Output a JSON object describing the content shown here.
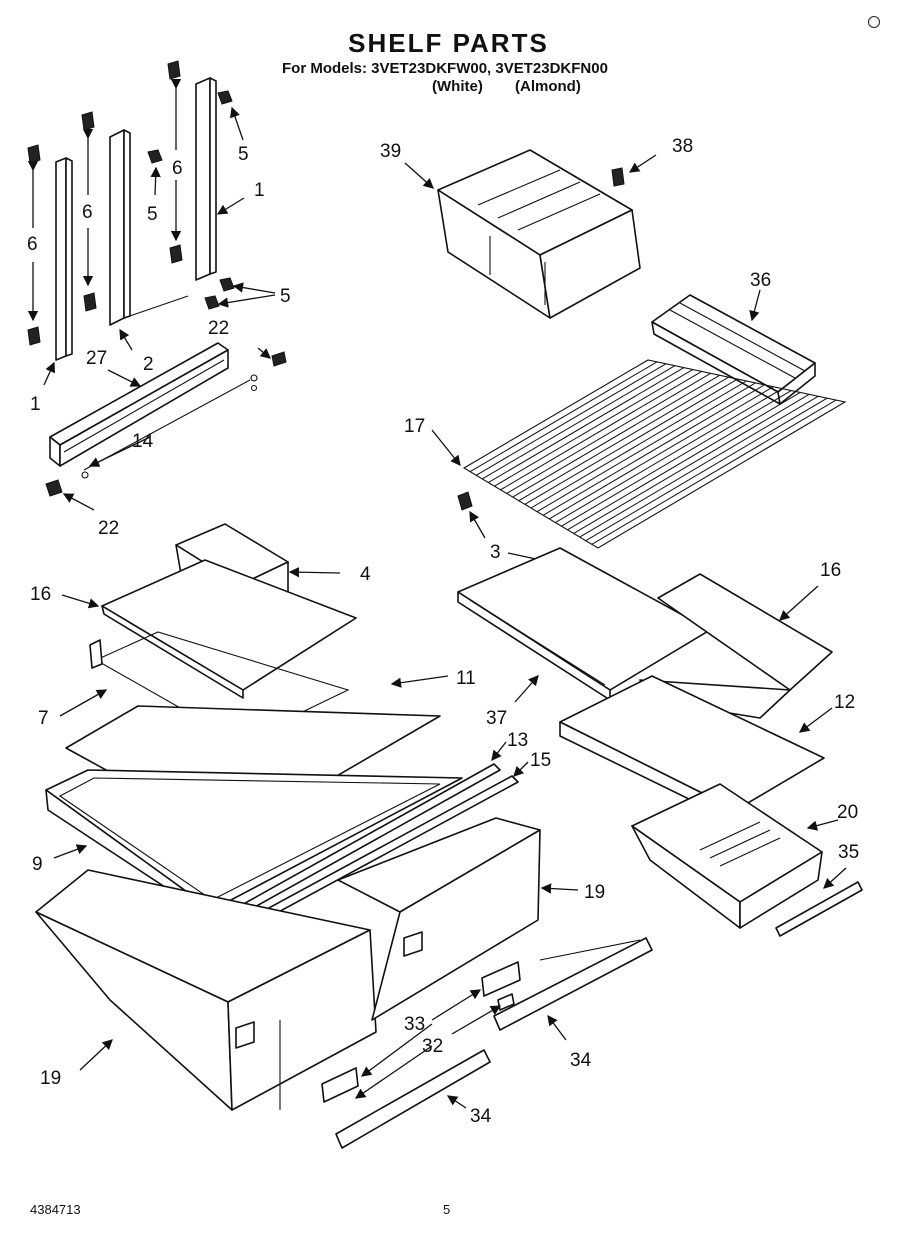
{
  "header": {
    "title": "SHELF PARTS",
    "models_line": "For Models: 3VET23DKFW00, 3VET23DKFN00",
    "variant_white": "(White)",
    "variant_almond": "(Almond)"
  },
  "footer": {
    "doc_number": "4384713",
    "page_number": "5"
  },
  "callouts": [
    {
      "id": "c1a",
      "label": "1"
    },
    {
      "id": "c1b",
      "label": "1"
    },
    {
      "id": "c2",
      "label": "2"
    },
    {
      "id": "c3",
      "label": "3"
    },
    {
      "id": "c4",
      "label": "4"
    },
    {
      "id": "c5a",
      "label": "5"
    },
    {
      "id": "c5b",
      "label": "5"
    },
    {
      "id": "c5c",
      "label": "5"
    },
    {
      "id": "c6a",
      "label": "6"
    },
    {
      "id": "c6b",
      "label": "6"
    },
    {
      "id": "c6c",
      "label": "6"
    },
    {
      "id": "c7",
      "label": "7"
    },
    {
      "id": "c9",
      "label": "9"
    },
    {
      "id": "c11",
      "label": "11"
    },
    {
      "id": "c12",
      "label": "12"
    },
    {
      "id": "c13",
      "label": "13"
    },
    {
      "id": "c14",
      "label": "14"
    },
    {
      "id": "c15",
      "label": "15"
    },
    {
      "id": "c16a",
      "label": "16"
    },
    {
      "id": "c16b",
      "label": "16"
    },
    {
      "id": "c17",
      "label": "17"
    },
    {
      "id": "c19a",
      "label": "19"
    },
    {
      "id": "c19b",
      "label": "19"
    },
    {
      "id": "c20",
      "label": "20"
    },
    {
      "id": "c22a",
      "label": "22"
    },
    {
      "id": "c22b",
      "label": "22"
    },
    {
      "id": "c27",
      "label": "27"
    },
    {
      "id": "c32",
      "label": "32"
    },
    {
      "id": "c33",
      "label": "33"
    },
    {
      "id": "c34a",
      "label": "34"
    },
    {
      "id": "c34b",
      "label": "34"
    },
    {
      "id": "c35",
      "label": "35"
    },
    {
      "id": "c36",
      "label": "36"
    },
    {
      "id": "c37",
      "label": "37"
    },
    {
      "id": "c38",
      "label": "38"
    },
    {
      "id": "c39",
      "label": "39"
    }
  ]
}
